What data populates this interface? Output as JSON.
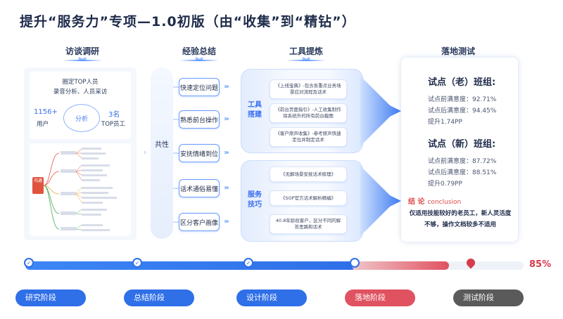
{
  "title": "提升“服务力”专项—1.0初版（由“收集”到“精钻”）",
  "columns": {
    "interview": {
      "heading": "访谈调研",
      "top_text_1": "圈定TOP人员",
      "top_text_2": "录音分析、人员采访",
      "left_number": "1156+",
      "left_label": "用户",
      "center_label": "分析",
      "right_number": "3名",
      "right_label": "TOP员工",
      "mindmap_root": "沟通"
    },
    "experience": {
      "heading": "经验总结",
      "side_label": "共性",
      "tags": [
        "快速定位问题",
        "熟悉前台操作",
        "安抚情绪到位",
        "话术通俗易懂",
        "区分客户画像"
      ]
    },
    "tools": {
      "heading": "工具提炼",
      "group1": {
        "label": "工具搭建",
        "cards": [
          "《上线宝典》-包含各重点业务场景应对流程及话术",
          "《前台页面指引》-人工收集制作除系统外的所有前台截图",
          "《客户原声收集》-参考原声快速定位并制定话术"
        ]
      },
      "group2": {
        "label": "服务技巧",
        "cards": [
          "《无解场景安抚话术梳理》",
          "《SOP官方话术解析精编》",
          "40.8年龄段客户，区分不同的解答思路和话术"
        ]
      }
    },
    "testing": {
      "heading": "落地测试",
      "old_group": {
        "title": "试点（老）班组:",
        "lines": [
          "试点前满意度：92.71%",
          "试点后满意度：94.45%",
          "提升1.74PP"
        ]
      },
      "new_group": {
        "title": "试点（新）班组:",
        "lines": [
          "试点前满意度：87.72%",
          "试点后满意度：88.51%",
          "提升0.79PP"
        ]
      },
      "conclusion_title": "结 论",
      "conclusion_en": "conclusion",
      "conclusion_text": "仅适用技能较好的老员工，新人灵活度不够，操作文档较多不适用"
    }
  },
  "progress": {
    "percent_label": "85%",
    "value": 0.85,
    "stages": [
      "研究阶段",
      "总结阶段",
      "设计阶段",
      "落地阶段",
      "测试阶段"
    ],
    "colors": {
      "done": "#2f6fe8",
      "current": "#e05260",
      "pending": "#5a5a5a"
    }
  }
}
